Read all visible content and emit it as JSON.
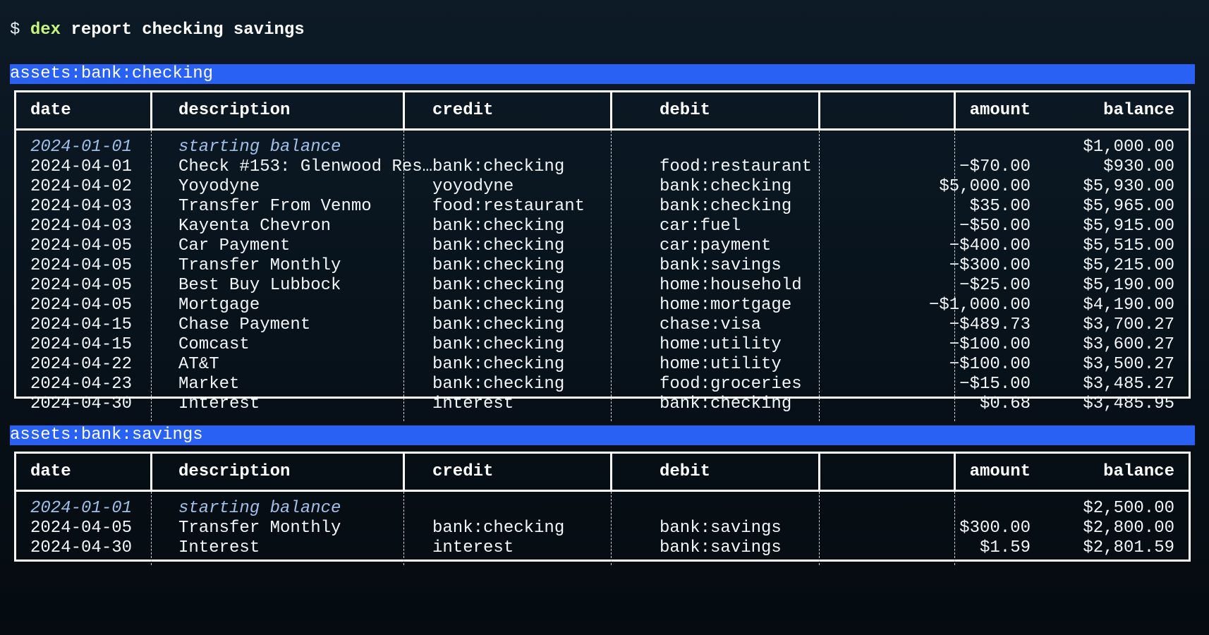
{
  "prompt": {
    "symbol": "$",
    "command": "dex",
    "args": "report checking savings"
  },
  "columns": {
    "date": "date",
    "description": "description",
    "credit": "credit",
    "debit": "debit",
    "amount": "amount",
    "balance": "balance"
  },
  "colors": {
    "background": "#08131c",
    "account_bar": "#2a61f5",
    "command": "#c9f57d",
    "starting_balance_text": "#9fc0ea"
  },
  "accounts": [
    {
      "name": "assets:bank:checking",
      "rows": [
        {
          "date": "2024-01-01",
          "description": "starting balance",
          "credit": "",
          "debit": "",
          "amount": "",
          "balance": "$1,000.00",
          "style": "italic"
        },
        {
          "date": "2024-04-01",
          "description": "Check #153: Glenwood Res…",
          "credit": "bank:checking",
          "debit": "food:restaurant",
          "amount": "−$70.00",
          "balance": "$930.00"
        },
        {
          "date": "2024-04-02",
          "description": "Yoyodyne",
          "credit": "yoyodyne",
          "debit": "bank:checking",
          "amount": "$5,000.00",
          "balance": "$5,930.00"
        },
        {
          "date": "2024-04-03",
          "description": "Transfer From Venmo",
          "credit": "food:restaurant",
          "debit": "bank:checking",
          "amount": "$35.00",
          "balance": "$5,965.00"
        },
        {
          "date": "2024-04-03",
          "description": "Kayenta Chevron",
          "credit": "bank:checking",
          "debit": "car:fuel",
          "amount": "−$50.00",
          "balance": "$5,915.00"
        },
        {
          "date": "2024-04-05",
          "description": "Car Payment",
          "credit": "bank:checking",
          "debit": "car:payment",
          "amount": "−$400.00",
          "balance": "$5,515.00"
        },
        {
          "date": "2024-04-05",
          "description": "Transfer Monthly",
          "credit": "bank:checking",
          "debit": "bank:savings",
          "amount": "−$300.00",
          "balance": "$5,215.00"
        },
        {
          "date": "2024-04-05",
          "description": "Best Buy Lubbock",
          "credit": "bank:checking",
          "debit": "home:household",
          "amount": "−$25.00",
          "balance": "$5,190.00"
        },
        {
          "date": "2024-04-05",
          "description": "Mortgage",
          "credit": "bank:checking",
          "debit": "home:mortgage",
          "amount": "−$1,000.00",
          "balance": "$4,190.00"
        },
        {
          "date": "2024-04-15",
          "description": "Chase Payment",
          "credit": "bank:checking",
          "debit": "chase:visa",
          "amount": "−$489.73",
          "balance": "$3,700.27"
        },
        {
          "date": "2024-04-15",
          "description": "Comcast",
          "credit": "bank:checking",
          "debit": "home:utility",
          "amount": "−$100.00",
          "balance": "$3,600.27"
        },
        {
          "date": "2024-04-22",
          "description": "AT&T",
          "credit": "bank:checking",
          "debit": "home:utility",
          "amount": "−$100.00",
          "balance": "$3,500.27"
        },
        {
          "date": "2024-04-23",
          "description": "Market",
          "credit": "bank:checking",
          "debit": "food:groceries",
          "amount": "−$15.00",
          "balance": "$3,485.27"
        },
        {
          "date": "2024-04-30",
          "description": "Interest",
          "credit": "interest",
          "debit": "bank:checking",
          "amount": "$0.68",
          "balance": "$3,485.95"
        }
      ]
    },
    {
      "name": "assets:bank:savings",
      "rows": [
        {
          "date": "2024-01-01",
          "description": "starting balance",
          "credit": "",
          "debit": "",
          "amount": "",
          "balance": "$2,500.00",
          "style": "italic"
        },
        {
          "date": "2024-04-05",
          "description": "Transfer Monthly",
          "credit": "bank:checking",
          "debit": "bank:savings",
          "amount": "$300.00",
          "balance": "$2,800.00"
        },
        {
          "date": "2024-04-30",
          "description": "Interest",
          "credit": "interest",
          "debit": "bank:savings",
          "amount": "$1.59",
          "balance": "$2,801.59"
        }
      ]
    }
  ]
}
